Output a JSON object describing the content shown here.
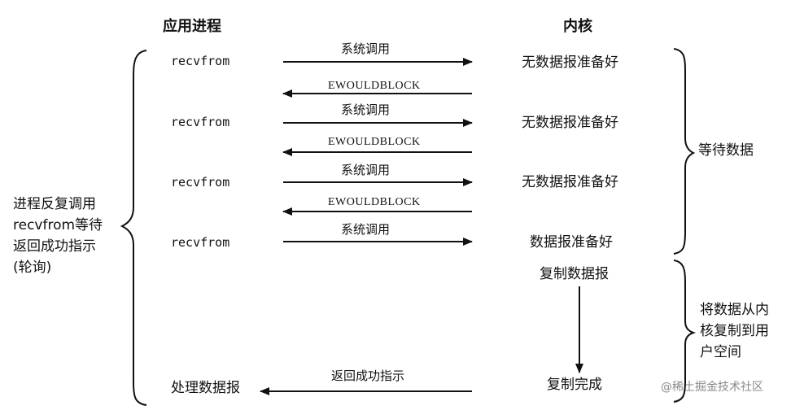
{
  "headers": {
    "app_process": "应用进程",
    "kernel": "内核"
  },
  "rows": [
    {
      "call": "recvfrom",
      "request": "系统调用",
      "kernel_state": "无数据报准备好",
      "reply": "EWOULDBLOCK"
    },
    {
      "call": "recvfrom",
      "request": "系统调用",
      "kernel_state": "无数据报准备好",
      "reply": "EWOULDBLOCK"
    },
    {
      "call": "recvfrom",
      "request": "系统调用",
      "kernel_state": "无数据报准备好",
      "reply": "EWOULDBLOCK"
    },
    {
      "call": "recvfrom",
      "request": "系统调用",
      "kernel_state": "数据报准备好"
    }
  ],
  "copy_step": "复制数据报",
  "copy_done": "复制完成",
  "return_label": "返回成功指示",
  "process_label": "处理数据报",
  "left_note": [
    "进程反复调用",
    "recvfrom等待",
    "返回成功指示",
    "(轮询)"
  ],
  "right_notes": {
    "wait": "等待数据",
    "copy": [
      "将数据从内",
      "核复制到用",
      "户空间"
    ]
  },
  "watermark": "@稀土掘金技术社区"
}
